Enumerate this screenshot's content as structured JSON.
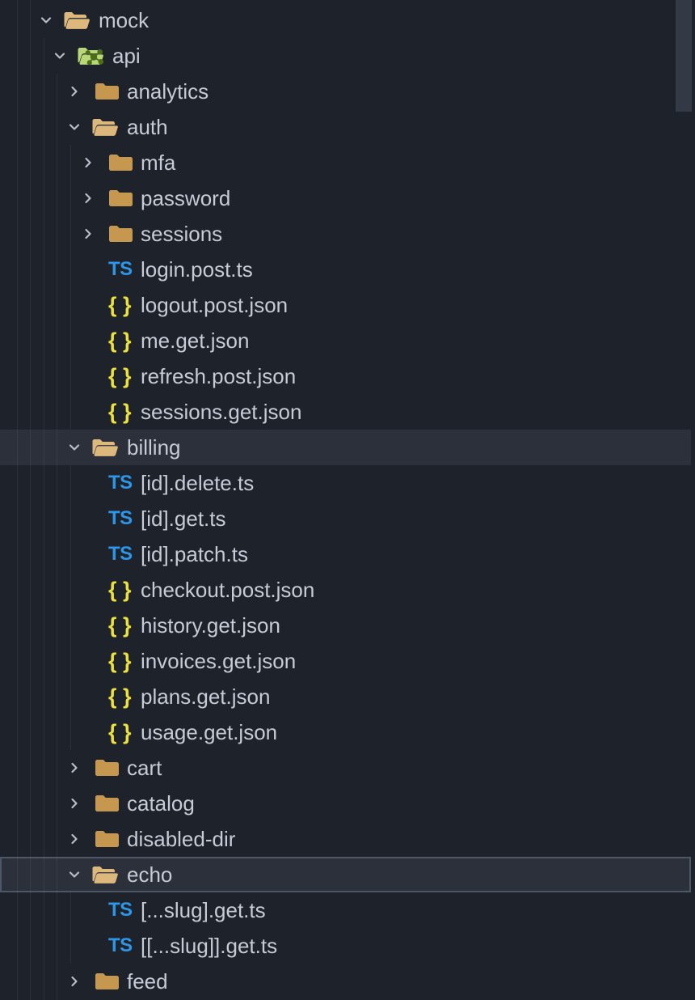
{
  "colors": {
    "background": "#1e222a",
    "row_selected_background": "#2b303b",
    "row_focus_outline": "#4e5766",
    "indent_guide": "rgba(255,255,255,0.065)",
    "label_text": "#c6cbd5",
    "chevron": "#b7bec9",
    "folder_closed": "#c5974f",
    "folder_open": "#dcb87c",
    "api_folder": "#b9d878",
    "api_glyph": "#4e6d1b",
    "typescript_blue": "#2e96e8",
    "json_yellow": "#ece13c",
    "scrollbar_thumb": "#333945"
  },
  "icons": {
    "typescript_label": "TS",
    "json_label": "{ }"
  },
  "tree": {
    "rows": [
      {
        "label": "mock",
        "icon": "folder-open",
        "level": 0,
        "chevron": "down",
        "selected": false,
        "focused": false
      },
      {
        "label": "api",
        "icon": "folder-api",
        "level": 1,
        "chevron": "down",
        "selected": false,
        "focused": false
      },
      {
        "label": "analytics",
        "icon": "folder-closed",
        "level": 2,
        "chevron": "right",
        "selected": false,
        "focused": false
      },
      {
        "label": "auth",
        "icon": "folder-open",
        "level": 2,
        "chevron": "down",
        "selected": false,
        "focused": false
      },
      {
        "label": "mfa",
        "icon": "folder-closed",
        "level": 3,
        "chevron": "right",
        "selected": false,
        "focused": false
      },
      {
        "label": "password",
        "icon": "folder-closed",
        "level": 3,
        "chevron": "right",
        "selected": false,
        "focused": false
      },
      {
        "label": "sessions",
        "icon": "folder-closed",
        "level": 3,
        "chevron": "right",
        "selected": false,
        "focused": false
      },
      {
        "label": "login.post.ts",
        "icon": "typescript",
        "level": 3,
        "chevron": "none",
        "selected": false,
        "focused": false
      },
      {
        "label": "logout.post.json",
        "icon": "json",
        "level": 3,
        "chevron": "none",
        "selected": false,
        "focused": false
      },
      {
        "label": "me.get.json",
        "icon": "json",
        "level": 3,
        "chevron": "none",
        "selected": false,
        "focused": false
      },
      {
        "label": "refresh.post.json",
        "icon": "json",
        "level": 3,
        "chevron": "none",
        "selected": false,
        "focused": false
      },
      {
        "label": "sessions.get.json",
        "icon": "json",
        "level": 3,
        "chevron": "none",
        "selected": false,
        "focused": false
      },
      {
        "label": "billing",
        "icon": "folder-open",
        "level": 2,
        "chevron": "down",
        "selected": true,
        "focused": false
      },
      {
        "label": "[id].delete.ts",
        "icon": "typescript",
        "level": 3,
        "chevron": "none",
        "selected": false,
        "focused": false
      },
      {
        "label": "[id].get.ts",
        "icon": "typescript",
        "level": 3,
        "chevron": "none",
        "selected": false,
        "focused": false
      },
      {
        "label": "[id].patch.ts",
        "icon": "typescript",
        "level": 3,
        "chevron": "none",
        "selected": false,
        "focused": false
      },
      {
        "label": "checkout.post.json",
        "icon": "json",
        "level": 3,
        "chevron": "none",
        "selected": false,
        "focused": false
      },
      {
        "label": "history.get.json",
        "icon": "json",
        "level": 3,
        "chevron": "none",
        "selected": false,
        "focused": false
      },
      {
        "label": "invoices.get.json",
        "icon": "json",
        "level": 3,
        "chevron": "none",
        "selected": false,
        "focused": false
      },
      {
        "label": "plans.get.json",
        "icon": "json",
        "level": 3,
        "chevron": "none",
        "selected": false,
        "focused": false
      },
      {
        "label": "usage.get.json",
        "icon": "json",
        "level": 3,
        "chevron": "none",
        "selected": false,
        "focused": false
      },
      {
        "label": "cart",
        "icon": "folder-closed",
        "level": 2,
        "chevron": "right",
        "selected": false,
        "focused": false
      },
      {
        "label": "catalog",
        "icon": "folder-closed",
        "level": 2,
        "chevron": "right",
        "selected": false,
        "focused": false
      },
      {
        "label": "disabled-dir",
        "icon": "folder-closed",
        "level": 2,
        "chevron": "right",
        "selected": false,
        "focused": false
      },
      {
        "label": "echo",
        "icon": "folder-open",
        "level": 2,
        "chevron": "down",
        "selected": true,
        "focused": true
      },
      {
        "label": "[...slug].get.ts",
        "icon": "typescript",
        "level": 3,
        "chevron": "none",
        "selected": false,
        "focused": false
      },
      {
        "label": "[[...slug]].get.ts",
        "icon": "typescript",
        "level": 3,
        "chevron": "none",
        "selected": false,
        "focused": false
      },
      {
        "label": "feed",
        "icon": "folder-closed",
        "level": 2,
        "chevron": "right",
        "selected": false,
        "focused": false
      }
    ]
  }
}
